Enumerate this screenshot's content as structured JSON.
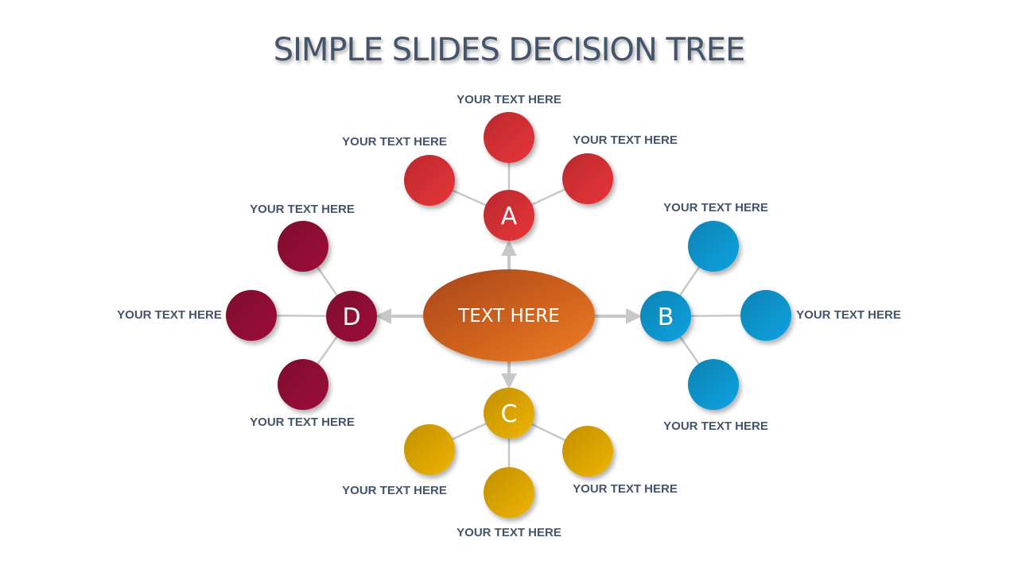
{
  "title": "SIMPLE SLIDES DECISION TREE",
  "center": {
    "label": "TEXT HERE",
    "color": "#e87722"
  },
  "branches": [
    {
      "letter": "A",
      "color": "#e8343a",
      "leaves": [
        "YOUR TEXT HERE",
        "YOUR TEXT HERE",
        "YOUR TEXT HERE"
      ]
    },
    {
      "letter": "B",
      "color": "#0aa3e0",
      "leaves": [
        "YOUR TEXT HERE",
        "YOUR TEXT HERE",
        "YOUR TEXT HERE"
      ]
    },
    {
      "letter": "C",
      "color": "#f0b400",
      "leaves": [
        "YOUR TEXT HERE",
        "YOUR TEXT HERE",
        "YOUR TEXT HERE"
      ]
    },
    {
      "letter": "D",
      "color": "#9e0f3a",
      "leaves": [
        "YOUR TEXT HERE",
        "YOUR TEXT HERE",
        "YOUR TEXT HERE"
      ]
    }
  ]
}
